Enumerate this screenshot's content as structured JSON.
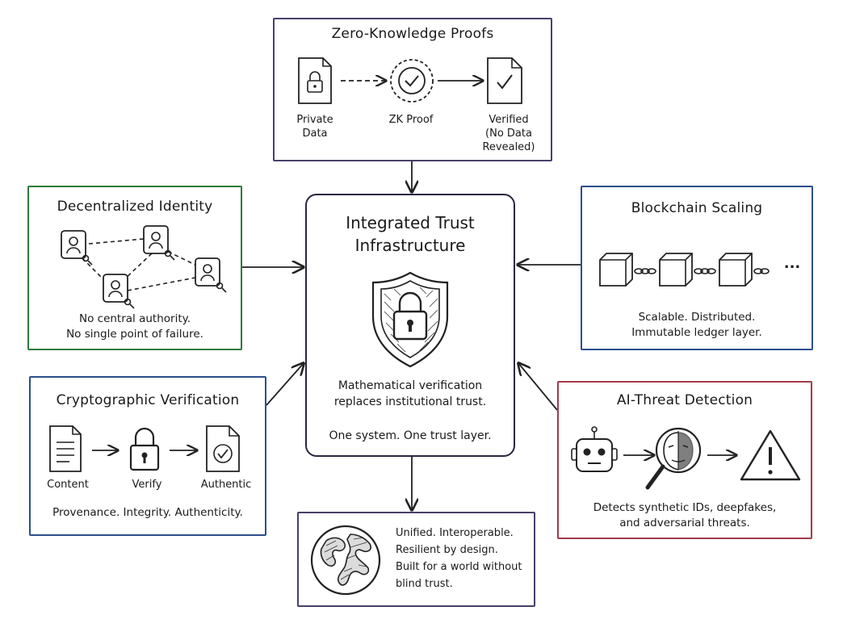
{
  "zkp": {
    "title": "Zero-Knowledge Proofs",
    "private_data_1": "Private",
    "private_data_2": "Data",
    "zk_proof": "ZK Proof",
    "verified_1": "Verified",
    "verified_2": "(No Data",
    "verified_3": "Revealed)"
  },
  "did": {
    "title": "Decentralized Identity",
    "caption_1": "No central authority.",
    "caption_2": "No single point of failure."
  },
  "blockchain": {
    "title": "Blockchain Scaling",
    "ellipsis": "...",
    "caption_1": "Scalable. Distributed.",
    "caption_2": "Immutable ledger layer."
  },
  "center": {
    "title_1": "Integrated Trust",
    "title_2": "Infrastructure",
    "text_1": "Mathematical verification",
    "text_2": "replaces institutional trust.",
    "text_3": "One system. One trust layer."
  },
  "crypto": {
    "title": "Cryptographic Verification",
    "content": "Content",
    "verify": "Verify",
    "authentic": "Authentic",
    "caption": "Provenance. Integrity. Authenticity."
  },
  "ai": {
    "title": "AI-Threat Detection",
    "caption_1": "Detects synthetic IDs, deepfakes,",
    "caption_2": "and adversarial threats."
  },
  "unified": {
    "line_1": "Unified. Interoperable.",
    "line_2": "Resilient by design.",
    "line_3": "Built for a world without",
    "line_4": "blind trust."
  },
  "colors": {
    "zkp_border": "#4a3f6b",
    "identity_border": "#2e7a3a",
    "blockchain_border": "#2b4f8c",
    "crypto_border": "#2b4f8c",
    "ai_border": "#a33a4c",
    "center_border": "#2a2640"
  }
}
